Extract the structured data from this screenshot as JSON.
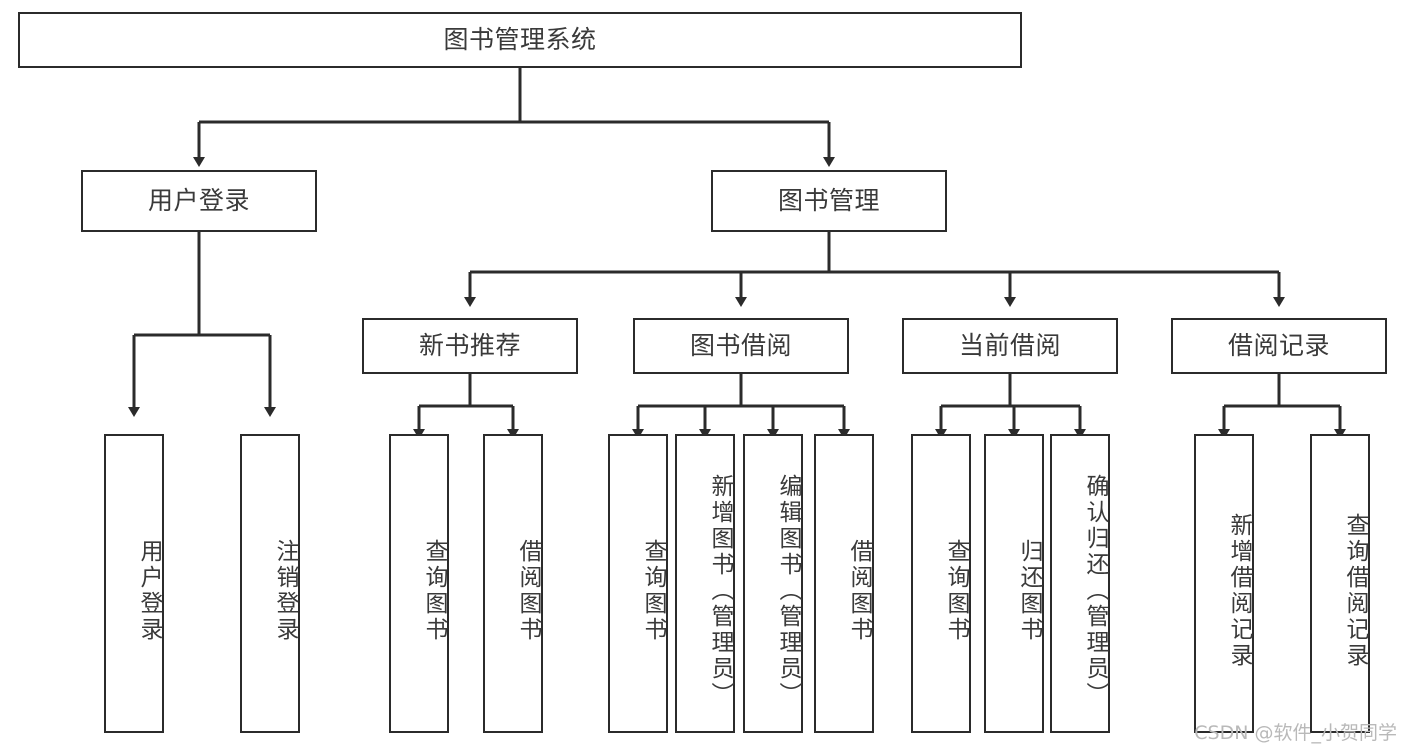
{
  "diagram": {
    "title": "图书管理系统",
    "type": "tree",
    "watermark": "CSDN @软件_小贺同学",
    "colors": {
      "box_border": "#2b2b2b",
      "box_fill": "#ffffff",
      "text": "#3a3a3a",
      "edge": "#2b2b2b",
      "background": "#ffffff",
      "watermark": "#b9b9b9"
    },
    "nodes": {
      "root": {
        "label": "图书管理系统"
      },
      "level2": [
        {
          "label": "用户登录"
        },
        {
          "label": "图书管理"
        }
      ],
      "level3": [
        {
          "label": "新书推荐"
        },
        {
          "label": "图书借阅"
        },
        {
          "label": "当前借阅"
        },
        {
          "label": "借阅记录"
        }
      ],
      "leaves_user_login": [
        {
          "label": "用户登录"
        },
        {
          "label": "注销登录"
        }
      ],
      "leaves_new_book": [
        {
          "label": "查询图书"
        },
        {
          "label": "借阅图书"
        }
      ],
      "leaves_borrow": [
        {
          "label": "查询图书"
        },
        {
          "label": "新增图书（管理员）"
        },
        {
          "label": "编辑图书（管理员）"
        },
        {
          "label": "借阅图书"
        }
      ],
      "leaves_current": [
        {
          "label": "查询图书"
        },
        {
          "label": "归还图书"
        },
        {
          "label": "确认归还（管理员）"
        }
      ],
      "leaves_record": [
        {
          "label": "新增借阅记录"
        },
        {
          "label": "查询借阅记录"
        }
      ]
    }
  }
}
